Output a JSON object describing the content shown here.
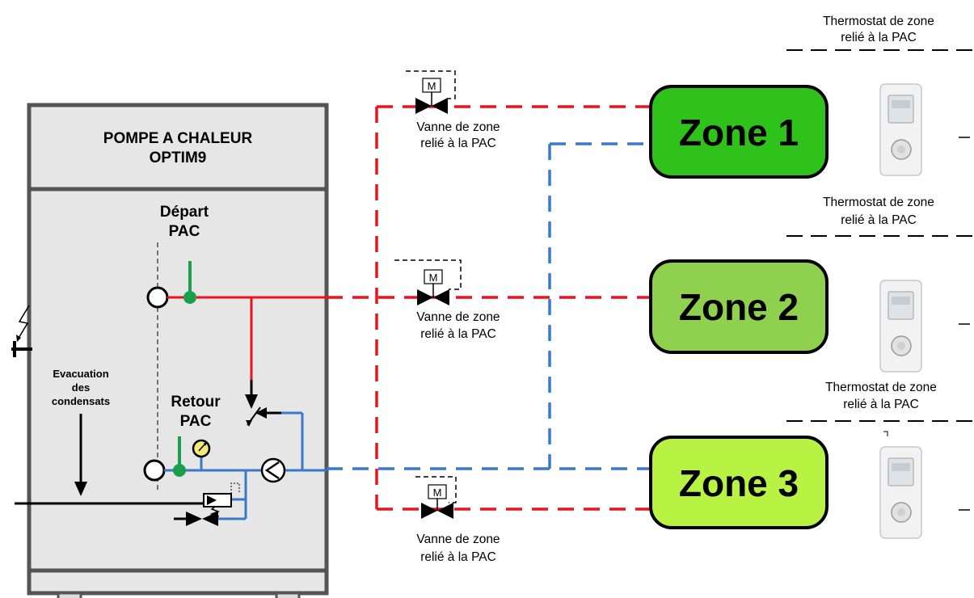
{
  "heat_pump": {
    "title_line1": "POMPE A CHALEUR",
    "title_line2": "OPTIM9",
    "depart_line1": "Départ",
    "depart_line2": "PAC",
    "retour_line1": "Retour",
    "retour_line2": "PAC",
    "condensate_line1": "Evacuation",
    "condensate_line2": "des",
    "condensate_line3": "condensats"
  },
  "zones": [
    {
      "label": "Zone 1",
      "color": "#2ec21a"
    },
    {
      "label": "Zone 2",
      "color": "#8fd14f"
    },
    {
      "label": "Zone 3",
      "color": "#b8f243"
    }
  ],
  "valves": [
    {
      "line1": "Vanne de zone",
      "line2": "relié à la PAC",
      "motor": "M"
    },
    {
      "line1": "Vanne de zone",
      "line2": "relié à la PAC",
      "motor": "M"
    },
    {
      "line1": "Vanne de zone",
      "line2": "relié à la PAC",
      "motor": "M"
    }
  ],
  "thermostats": [
    {
      "line1": "Thermostat de zone",
      "line2": "relié à la PAC"
    },
    {
      "line1": "Thermostat de zone",
      "line2": "relié à la PAC"
    },
    {
      "line1": "Thermostat de zone",
      "line2": "relié à la PAC"
    }
  ],
  "colors": {
    "supply": "#e8141b",
    "return": "#3a78c8",
    "sensor": "#1aa04a",
    "unit_fill": "#e6e6e6",
    "unit_border": "#555555"
  }
}
